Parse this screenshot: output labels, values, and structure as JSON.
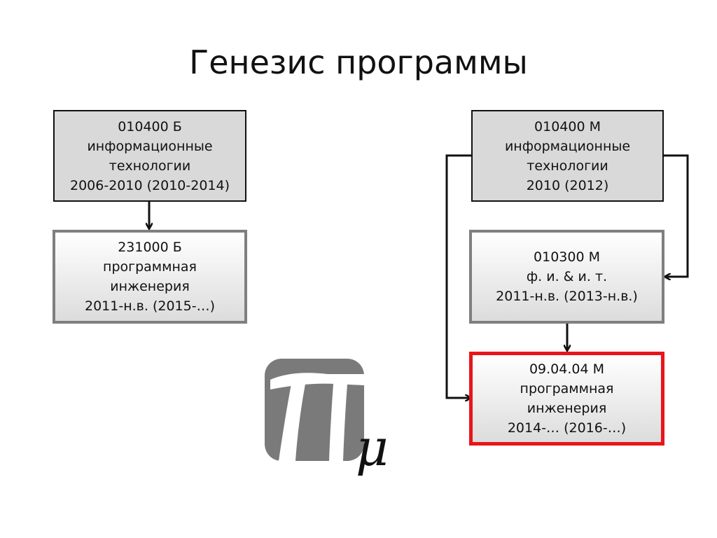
{
  "title": "Генезис программы",
  "boxes": {
    "b010400": [
      "010400 Б",
      "информационные",
      "технологии",
      "2006-2010 (2010-2014)"
    ],
    "b231000": [
      "231000 Б",
      "программная",
      "инженерия",
      "2011-н.в. (2015-…)"
    ],
    "m010400": [
      "010400 М",
      "информационные",
      "технологии",
      "2010 (2012)"
    ],
    "m010300": [
      "010300 М",
      "ф. и. & и. т.",
      "2011-н.в. (2013-н.в.)"
    ],
    "m090404": [
      "09.04.04 М",
      "программная",
      "инженерия",
      "2014-… (2016-…)"
    ]
  },
  "colors": {
    "highlight_border": "#e8151b",
    "box_fill": "#d9d9d9",
    "box_border": "#7f7f7f",
    "logo_gray": "#7a7a7a"
  },
  "logo": {
    "icon": "pi-mu-logo"
  }
}
